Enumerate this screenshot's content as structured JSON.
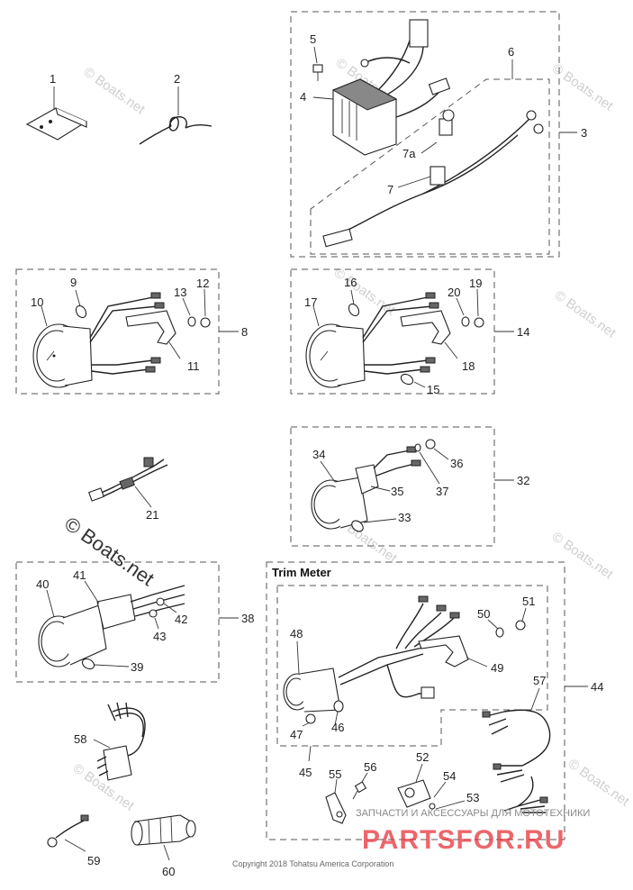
{
  "diagram": {
    "trim_meter_title": "Trim Meter",
    "copyright": "Copyright 2018 Tohatsu America Corporation",
    "watermark_main": "© Boats.net",
    "watermark_small": "© Boats.net",
    "parts_banner_top": "ЗАПЧАСТИ И АКСЕССУАРЫ ДЛЯ МОТОТЕХНИКИ",
    "parts_banner": "PARTSFOR.RU",
    "callouts": {
      "c1": "1",
      "c2": "2",
      "c3": "3",
      "c4": "4",
      "c5": "5",
      "c6": "6",
      "c7": "7",
      "c7a": "7a",
      "c8": "8",
      "c9": "9",
      "c10": "10",
      "c11": "11",
      "c12": "12",
      "c13": "13",
      "c14": "14",
      "c15": "15",
      "c16": "16",
      "c17": "17",
      "c18": "18",
      "c19": "19",
      "c20": "20",
      "c21": "21",
      "c32": "32",
      "c33": "33",
      "c34": "34",
      "c35": "35",
      "c36": "36",
      "c37": "37",
      "c38": "38",
      "c39": "39",
      "c40": "40",
      "c41": "41",
      "c42": "42",
      "c43": "43",
      "c44": "44",
      "c45": "45",
      "c46": "46",
      "c47": "47",
      "c48": "48",
      "c49": "49",
      "c50": "50",
      "c51": "51",
      "c52": "52",
      "c53": "53",
      "c54": "54",
      "c55": "55",
      "c56": "56",
      "c57": "57",
      "c58": "58",
      "c59": "59",
      "c60": "60"
    }
  }
}
